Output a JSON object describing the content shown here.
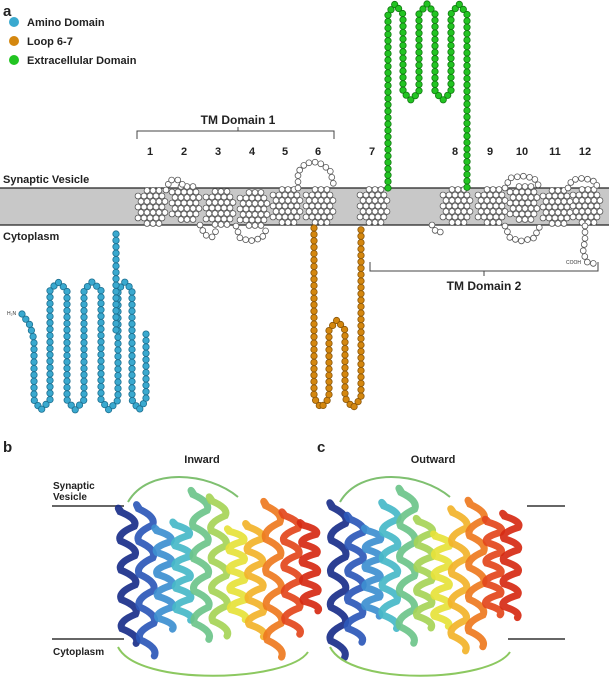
{
  "panels": {
    "a": "a",
    "b": "b",
    "c": "c"
  },
  "legend": [
    {
      "label": "Amino Domain",
      "color": "#3aa9cf"
    },
    {
      "label": "Loop 6-7",
      "color": "#d4870f"
    },
    {
      "label": "Extracellular Domain",
      "color": "#22c422"
    }
  ],
  "regions": {
    "synaptic_vesicle": "Synaptic Vesicle",
    "cytoplasm": "Cytoplasm"
  },
  "tm_domain_1": "TM Domain 1",
  "tm_domain_2": "TM Domain 2",
  "helix_numbers": [
    "1",
    "2",
    "3",
    "4",
    "5",
    "6",
    "7",
    "8",
    "9",
    "10",
    "11",
    "12"
  ],
  "termini": {
    "n": "H₂N",
    "c": "COOH"
  },
  "structures": {
    "inward": {
      "title": "Inward",
      "top_label_line1": "Synaptic",
      "top_label_line2": "Vesicle",
      "bottom_label": "Cytoplasm"
    },
    "outward": {
      "title": "Outward"
    }
  },
  "colors": {
    "membrane": "#c8c8c8",
    "residue_grey": "#ffffff",
    "residue_stroke": "#555555"
  }
}
